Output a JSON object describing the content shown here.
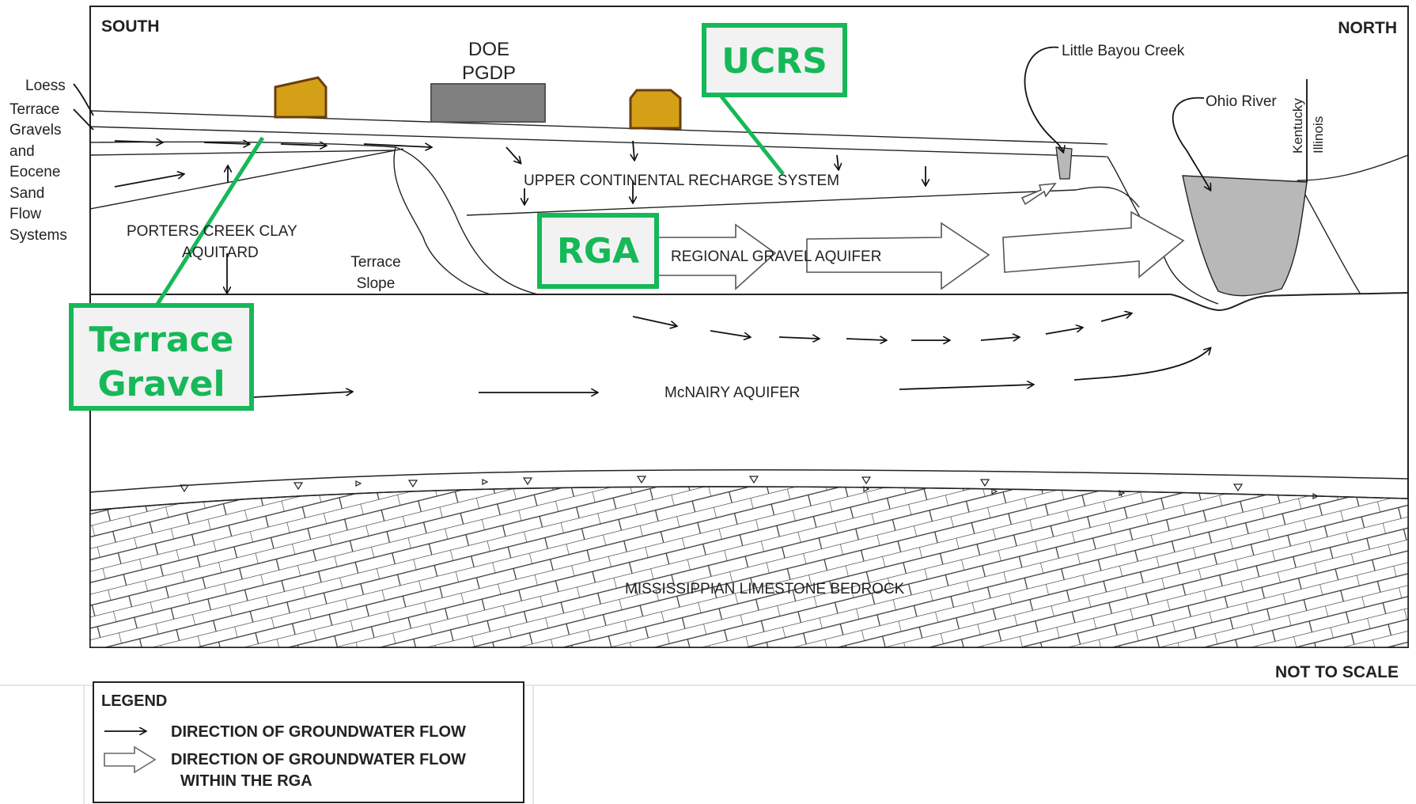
{
  "direction": {
    "south": "SOUTH",
    "north": "NORTH"
  },
  "left_labels": [
    "Loess",
    "Terrace",
    "Gravels",
    "and",
    "Eocene",
    "Sand",
    "Flow",
    "Systems"
  ],
  "facility": {
    "line1": "DOE",
    "line2": "PGDP"
  },
  "creek": "Little Bayou Creek",
  "river": "Ohio River",
  "states": {
    "kentucky": "Kentucky",
    "illinois": "Illinois"
  },
  "units": {
    "ucrs": "UPPER CONTINENTAL RECHARGE SYSTEM",
    "porters_line1": "PORTERS CREEK CLAY",
    "porters_line2": "AQUITARD",
    "terrace_slope_line1": "Terrace",
    "terrace_slope_line2": "Slope",
    "rga": "REGIONAL GRAVEL AQUIFER",
    "mcnairy": "McNAIRY AQUIFER",
    "bedrock": "MISSISSIPPIAN LIMESTONE BEDROCK"
  },
  "not_to_scale": "NOT TO SCALE",
  "callouts": {
    "ucrs": "UCRS",
    "rga": "RGA",
    "terrace_line1": "Terrace",
    "terrace_line2": "Gravel"
  },
  "legend": {
    "title": "LEGEND",
    "flow": "DIRECTION OF GROUNDWATER FLOW",
    "rga_flow_line1": "DIRECTION OF GROUNDWATER FLOW",
    "rga_flow_line2": "WITHIN THE RGA"
  },
  "colors": {
    "building": "#d4a017",
    "facility": "#808080",
    "river": "#b8b8b8",
    "callout": "#16b858"
  }
}
